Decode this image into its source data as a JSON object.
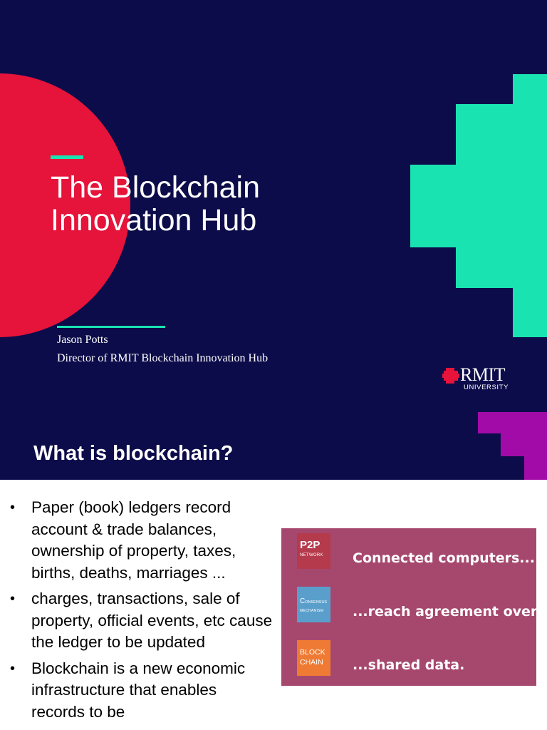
{
  "slide1": {
    "title_line_1": "The Blockchain",
    "title_line_2": "Innovation Hub",
    "author_name": "Jason Potts",
    "author_role": "Director of RMIT Blockchain Innovation Hub",
    "logo": {
      "word": "RMIT",
      "sub": "UNIVERSITY",
      "mark_icon": "rmit-pixel-mark-icon"
    },
    "colors": {
      "background": "#0d0c4a",
      "red": "#e6133a",
      "teal": "#19e3b0",
      "purple": "#a20ba8"
    }
  },
  "slide2": {
    "title": "What is blockchain?",
    "bullets": [
      "Paper (book) ledgers record account & trade balances, ownership of property, taxes, births, deaths, marriages ...",
      "charges, transactions, sale of property, official events, etc cause the ledger to be updated",
      "Blockchain is a new economic infrastructure that enables records to be"
    ],
    "bullet_glyph": "•",
    "diagram": {
      "background": "#a6486e",
      "rows": [
        {
          "badge_main": "P2P",
          "badge_small": "NETWORK",
          "badge_color": "#b43a4c",
          "label": "Connected computers..."
        },
        {
          "badge_main": "C",
          "badge_main_rest": "ONSENSUS",
          "badge_small": "MECHANISM",
          "badge_color": "#5a9fcc",
          "label": "...reach agreement over..."
        },
        {
          "badge_main": "BLOCK",
          "badge_main_2": "CHAIN",
          "badge_color": "#ee7a33",
          "label": "...shared data."
        }
      ]
    }
  }
}
